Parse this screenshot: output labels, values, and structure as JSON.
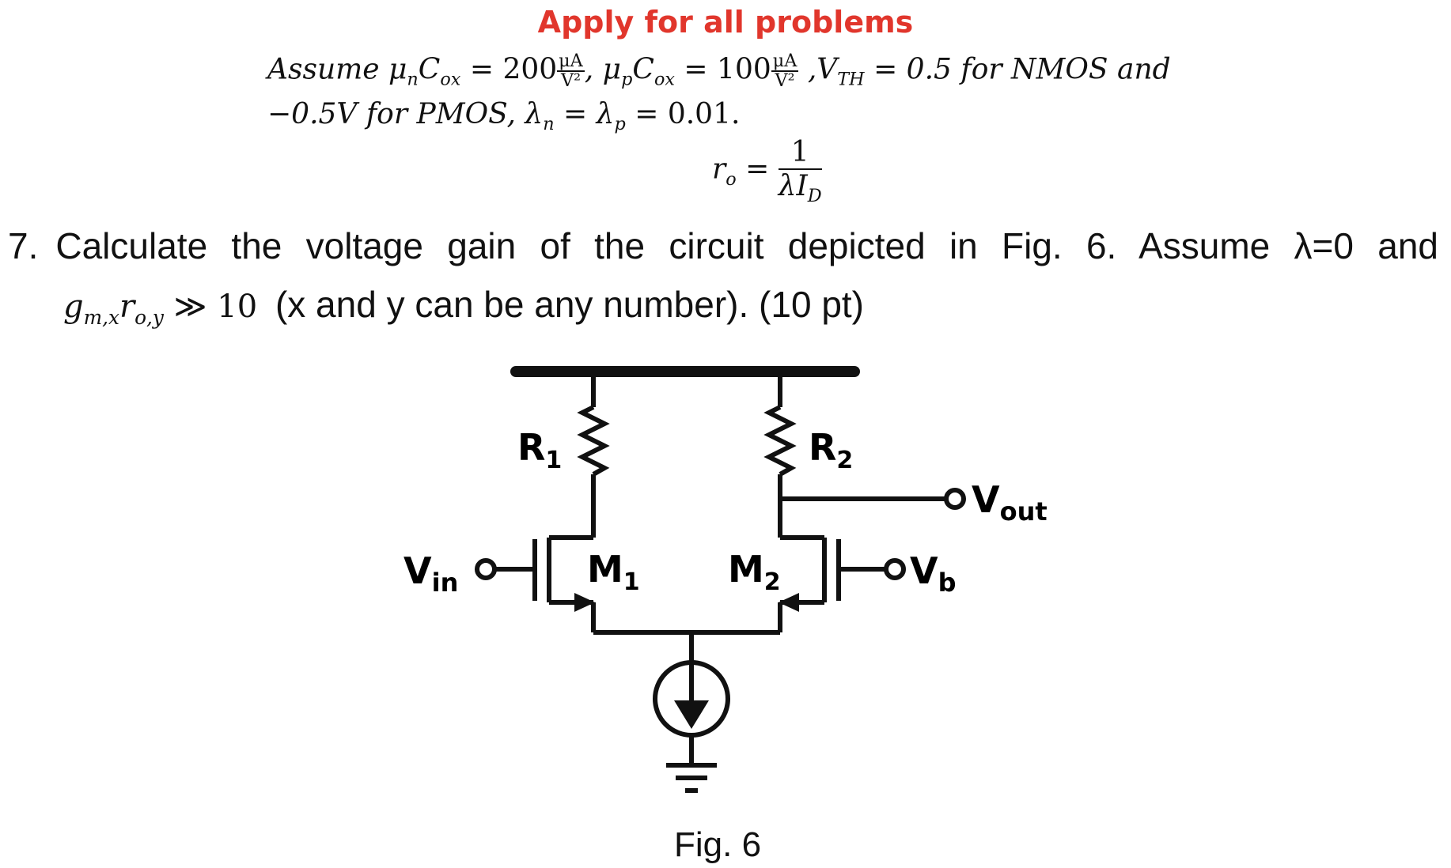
{
  "header": {
    "banner": "Apply for all problems"
  },
  "assumptions": {
    "lead": "Assume",
    "mun_cox_value": "200",
    "unit_num": "μA",
    "unit_den": "V²",
    "mup_cox_value": "100",
    "vth_text": "= 0.5 for NMOS and",
    "line2": "−0.5V for PMOS,",
    "lambda_value": "= 0.01."
  },
  "formula": {
    "lhs": "r",
    "lhs_sub": "o",
    "numerator": "1",
    "denominator": "λI",
    "denominator_sub": "D"
  },
  "problem": {
    "number": "7.",
    "line1": "Calculate the voltage gain of the circuit depicted in Fig. 6. Assume λ=0 and",
    "cond_g": "g",
    "cond_g_sub": "m,x",
    "cond_r": "r",
    "cond_r_sub": "o,y",
    "cond_rel": "≫ 10",
    "line2": "(x and y can be any number). (10 pt)"
  },
  "circuit": {
    "labels": {
      "r1": "R",
      "r1_sub": "1",
      "r2": "R",
      "r2_sub": "2",
      "m1": "M",
      "m1_sub": "1",
      "m2": "M",
      "m2_sub": "2",
      "vin": "V",
      "vin_sub": "in",
      "vout": "V",
      "vout_sub": "out",
      "vb": "V",
      "vb_sub": "b"
    },
    "caption": "Fig. 6"
  }
}
